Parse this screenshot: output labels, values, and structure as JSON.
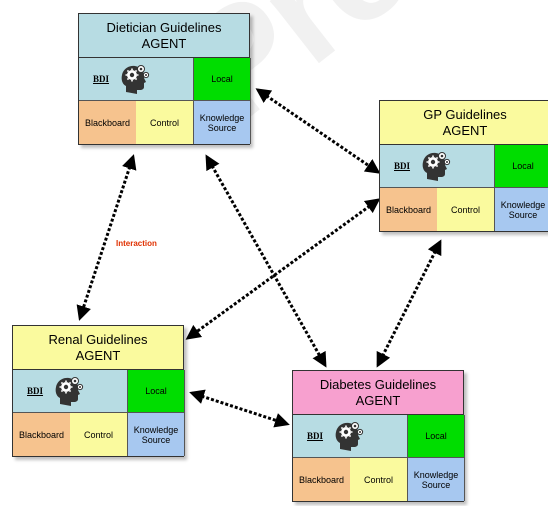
{
  "watermark": "PreSS",
  "interaction_label": "Interaction",
  "agents": [
    {
      "title_line1": "Dietician Guidelines",
      "title_line2": "AGENT",
      "title_color": "#b7dce3"
    },
    {
      "title_line1": "GP Guidelines",
      "title_line2": "AGENT",
      "title_color": "#fafa9e"
    },
    {
      "title_line1": "Renal Guidelines",
      "title_line2": "AGENT",
      "title_color": "#fafa9e"
    },
    {
      "title_line1": "Diabetes Guidelines",
      "title_line2": "AGENT",
      "title_color": "#f7a0cf"
    }
  ],
  "cells": {
    "bdi": "BDI",
    "local": "Local",
    "blackboard": "Blackboard",
    "control": "Control",
    "knowledge_line1": "Knowledge",
    "knowledge_line2": "Source"
  },
  "colors": {
    "bdi_bg": "#b7dce3",
    "local_bg": "#00dd00",
    "blackboard_bg": "#f6c38e",
    "control_bg": "#fafa9e",
    "knowledge_bg": "#a7c8f0",
    "arrow": "#000000",
    "interaction_text": "#e03000"
  },
  "icons": {
    "bdi_head": "gear-head-icon"
  },
  "connections": [
    {
      "from": "Dietician Guidelines",
      "to": "GP Guidelines"
    },
    {
      "from": "Dietician Guidelines",
      "to": "Renal Guidelines"
    },
    {
      "from": "Dietician Guidelines",
      "to": "Diabetes Guidelines"
    },
    {
      "from": "GP Guidelines",
      "to": "Renal Guidelines"
    },
    {
      "from": "GP Guidelines",
      "to": "Diabetes Guidelines"
    },
    {
      "from": "Renal Guidelines",
      "to": "Diabetes Guidelines"
    }
  ]
}
